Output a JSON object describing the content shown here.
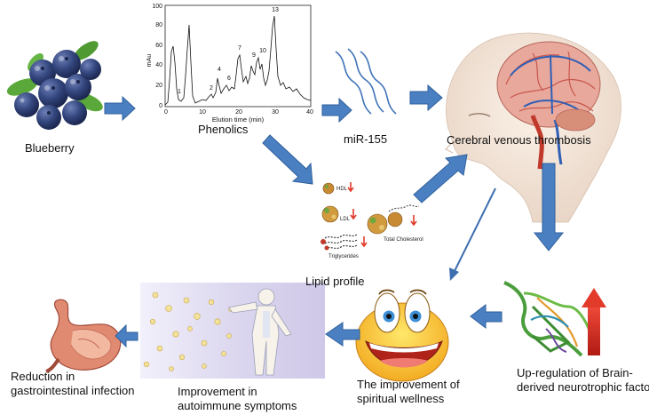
{
  "labels": {
    "blueberry": "Blueberry",
    "phenolics": "Phenolics",
    "mir155": "miR-155",
    "cvt": "Cerebral venous thrombosis",
    "lipid_profile": "Lipid profile",
    "bdnf_line1": "Up-regulation of Brain-",
    "bdnf_line2": "derived neurotrophic factor",
    "wellness_line1": "The improvement of",
    "wellness_line2": "spiritual wellness",
    "autoimmune_line1": "Improvement in",
    "autoimmune_line2": "autoimmune symptoms",
    "gi_line1": "Reduction  in",
    "gi_line2": "gastrointestinal infection"
  },
  "lipid_items": {
    "hdl": "HDL",
    "ldl": "LDL",
    "total_cholesterol": "Total Cholesterol",
    "triglycerides": "Triglycerides"
  },
  "chromatogram": {
    "y_axis_label": "mAu",
    "x_axis_label": "Elution time (min)",
    "y_ticks": [
      "0",
      "20",
      "40",
      "60",
      "80",
      "100"
    ],
    "x_ticks": [
      "0",
      "10",
      "20",
      "30",
      "40"
    ],
    "peak_labels": [
      "1",
      "2",
      "4",
      "6",
      "7",
      "9",
      "10",
      "13"
    ]
  },
  "colors": {
    "arrow_fill": "#4a80c2",
    "arrow_stroke": "#2f5f9c",
    "line_arrow": "#3d6eb0",
    "blueberry": "#2e3f72",
    "leaf": "#5aa83a",
    "upregulation_arrow": "#d92b1f",
    "lipid_down_arrow": "#e03a2a"
  }
}
